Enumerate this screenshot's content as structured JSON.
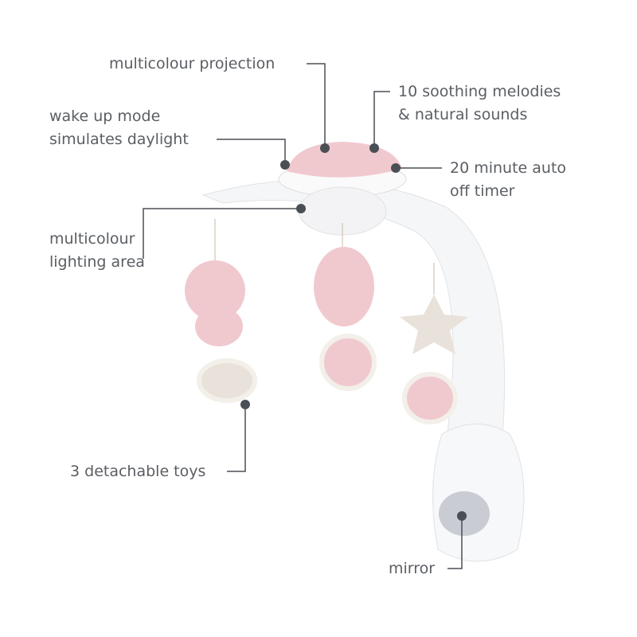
{
  "labels": {
    "projection": "multicolour projection",
    "melodies_1": "10 soothing melodies",
    "melodies_2": "& natural sounds",
    "wake_1": "wake up mode",
    "wake_2": "simulates daylight",
    "timer_1": "20 minute auto",
    "timer_2": "off timer",
    "lighting_1": "multicolour",
    "lighting_2": "lighting area",
    "toys": "3 detachable toys",
    "mirror": "mirror"
  },
  "colors": {
    "text": "#5a5e63",
    "callout": "#4a4f55",
    "pink": "#f0c9cf",
    "pink_dark": "#e3a9b3",
    "beige": "#e9e2da"
  }
}
